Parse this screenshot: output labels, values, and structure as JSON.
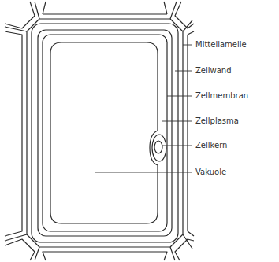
{
  "diagram": {
    "labels": [
      "Mittellamelle",
      "Zellwand",
      "Zellmembran",
      "Zellplasma",
      "Zellkern",
      "Vakuole"
    ]
  }
}
